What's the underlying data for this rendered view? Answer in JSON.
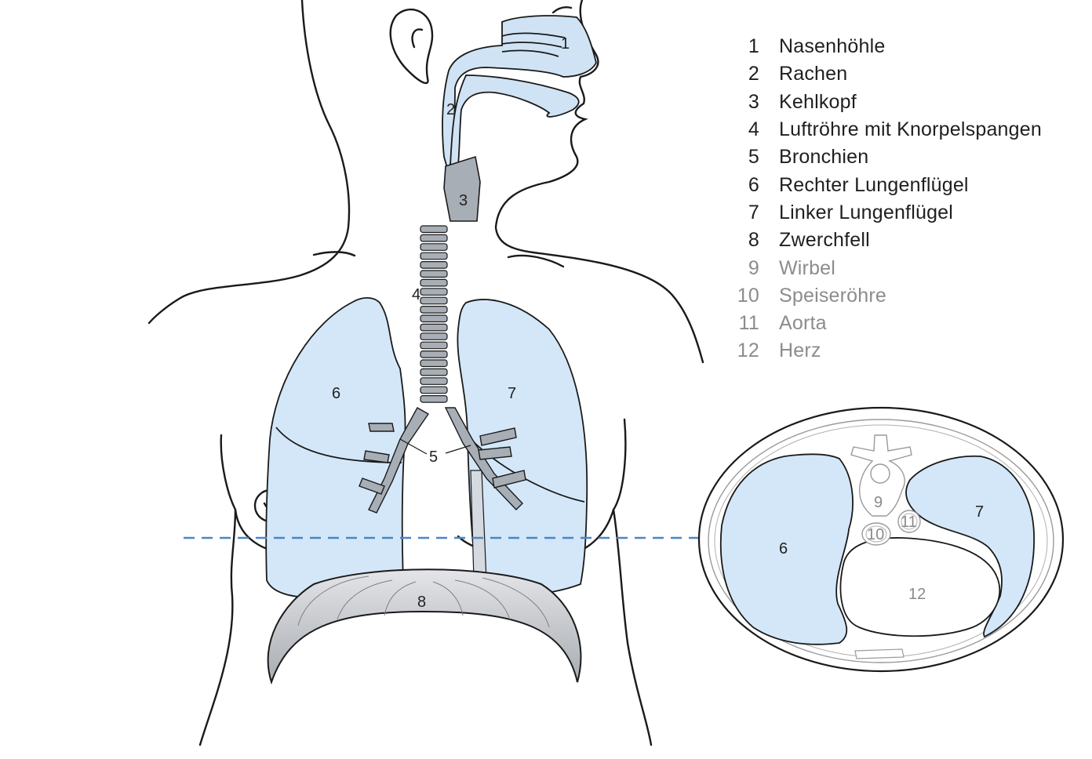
{
  "legend": [
    {
      "num": "1",
      "label": "Nasenhöhle",
      "muted": false
    },
    {
      "num": "2",
      "label": "Rachen",
      "muted": false
    },
    {
      "num": "3",
      "label": "Kehlkopf",
      "muted": false
    },
    {
      "num": "4",
      "label": "Luftröhre mit Knorpelspangen",
      "muted": false
    },
    {
      "num": "5",
      "label": "Bronchien",
      "muted": false
    },
    {
      "num": "6",
      "label": "Rechter Lungenflügel",
      "muted": false
    },
    {
      "num": "7",
      "label": "Linker Lungenflügel",
      "muted": false
    },
    {
      "num": "8",
      "label": "Zwerchfell",
      "muted": false
    },
    {
      "num": "9",
      "label": "Wirbel",
      "muted": true
    },
    {
      "num": "10",
      "label": "Speiseröhre",
      "muted": true
    },
    {
      "num": "11",
      "label": "Aorta",
      "muted": true
    },
    {
      "num": "12",
      "label": "Herz",
      "muted": true
    }
  ],
  "markers": {
    "nasal": "1",
    "pharynx": "2",
    "larynx": "3",
    "trachea": "4",
    "bronchi": "5",
    "right_lung": "6",
    "left_lung": "7",
    "diaphragm": "8",
    "section_right_lung": "6",
    "section_left_lung": "7",
    "vertebra": "9",
    "esophagus": "10",
    "aorta": "11",
    "heart": "12"
  },
  "colors": {
    "lung_fill": "#d3e7f8",
    "airway_fill": "#cfe3f4",
    "trachea_fill": "#a8aeb6",
    "diaphragm_fill": "#b4b7bc",
    "outline": "#1a1a1a",
    "section_line": "#4a86c5",
    "muted_text": "#8c8c8c"
  }
}
